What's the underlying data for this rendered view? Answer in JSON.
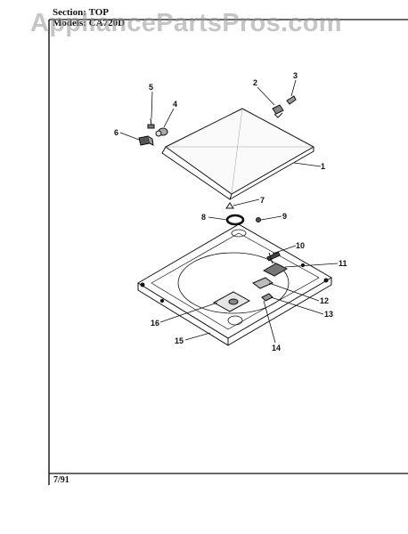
{
  "watermark": "AppliancePartsPros.com",
  "header": {
    "section_label": "Section:",
    "section_value": "TOP",
    "model_label": "Models:",
    "model_value": "CA720D"
  },
  "footer": {
    "date": "7/91"
  },
  "callouts": [
    "1",
    "2",
    "3",
    "4",
    "5",
    "6",
    "7",
    "8",
    "9",
    "10",
    "11",
    "12",
    "13",
    "14",
    "15",
    "16"
  ]
}
